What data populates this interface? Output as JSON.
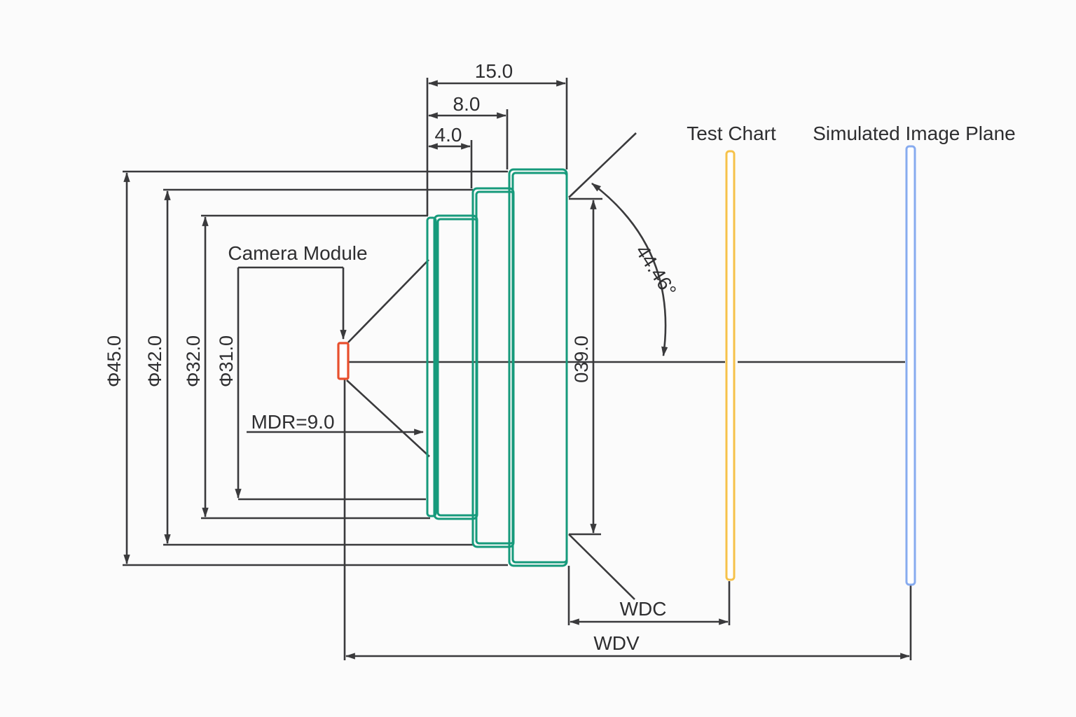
{
  "drawing": {
    "type": "lens-module-cross-section",
    "labels": {
      "camera_module": "Camera Module",
      "test_chart": "Test Chart",
      "simulated_image_plane": "Simulated Image Plane",
      "wdc": "WDC",
      "wdv": "WDV"
    },
    "dimensions": {
      "barrel_length": "15.0",
      "step2_length": "8.0",
      "step1_length": "4.0",
      "outer_diameter": "Φ45.0",
      "diameter_42": "Φ42.0",
      "diameter_32": "Φ32.0",
      "diameter_31": "Φ31.0",
      "mdr": "MDR=9.0",
      "half_fov_angle": "44.46°",
      "front_diameter": "039.0"
    },
    "colors": {
      "lens": "#169a7b",
      "sensor": "#e84f2d",
      "test_chart": "#f6c24a",
      "image_plane": "#87abef",
      "line": "#3a3a3c",
      "text": "#2e2e30"
    }
  }
}
